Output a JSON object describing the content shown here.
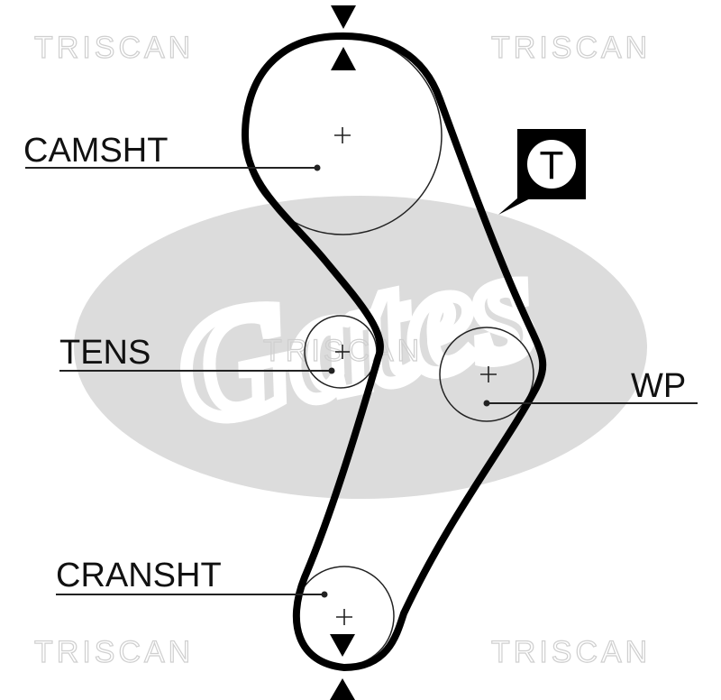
{
  "watermark": {
    "brand_text": "TRISCAN",
    "logo_text": "Gates"
  },
  "labels": {
    "camshaft": "CAMSHT",
    "tensioner": "TENS",
    "water_pump": "WP",
    "crankshaft": "CRANSHT"
  },
  "tensioner_badge": {
    "letter": "T"
  },
  "colors": {
    "belt": "#000000",
    "watermark": "#d9d9d9",
    "text": "#111111"
  }
}
